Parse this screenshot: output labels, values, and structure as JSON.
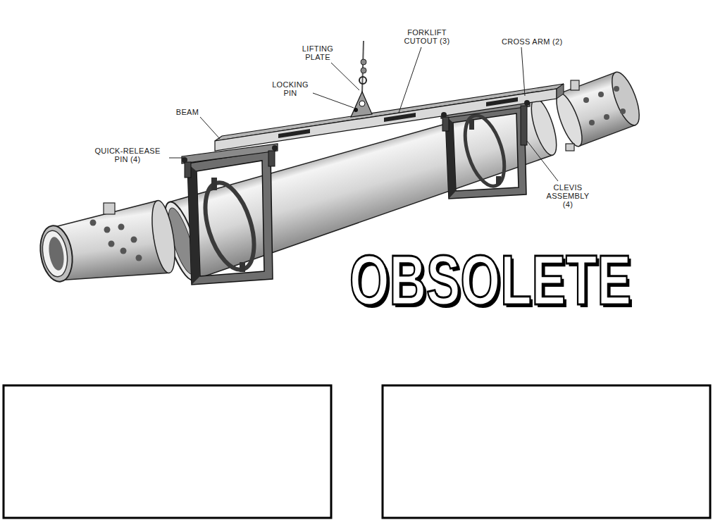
{
  "diagram": {
    "labels": [
      "LIFTING PLATE",
      "FORKLIFT CUTOUT (3)",
      "CROSS ARM (2)",
      "LOCKING PIN",
      "BEAM",
      "QUICK-RELEASE PIN (4)",
      "CLEVIS ASSEMBLY (4)",
      "OBSOLETE"
    ]
  }
}
